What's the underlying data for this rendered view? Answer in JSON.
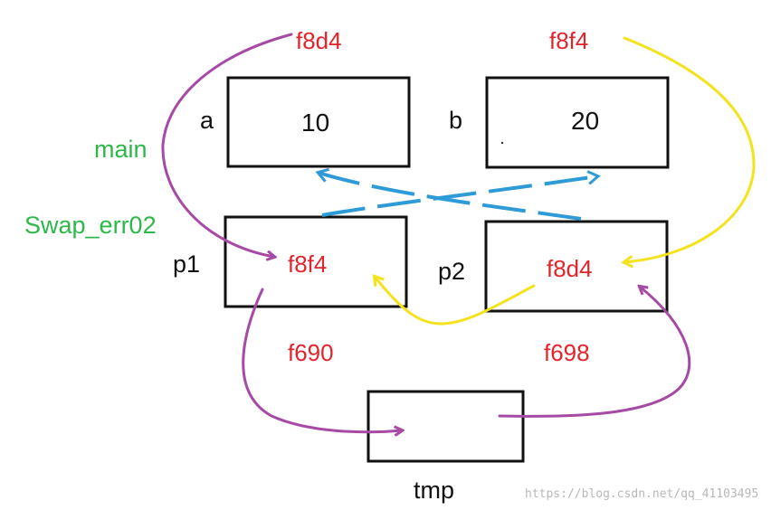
{
  "labels": {
    "main": "main",
    "func": "Swap_err02",
    "a": "a",
    "b": "b",
    "p1": "p1",
    "p2": "p2",
    "tmp": "tmp"
  },
  "values": {
    "a": "10",
    "b": "20",
    "p1": "f8f4",
    "p2": "f8d4",
    "tmp": ""
  },
  "addresses": {
    "a": "f8d4",
    "b": "f8f4",
    "p1": "f690",
    "p2": "f698"
  },
  "colors": {
    "value_text": "#e3242b",
    "scope_text": "#2db84a",
    "arrow_purple": "#a64aa6",
    "arrow_yellow": "#f4e21c",
    "arrow_blue": "#2f9ad8"
  },
  "watermark": "https://blog.csdn.net/qq_41103495"
}
